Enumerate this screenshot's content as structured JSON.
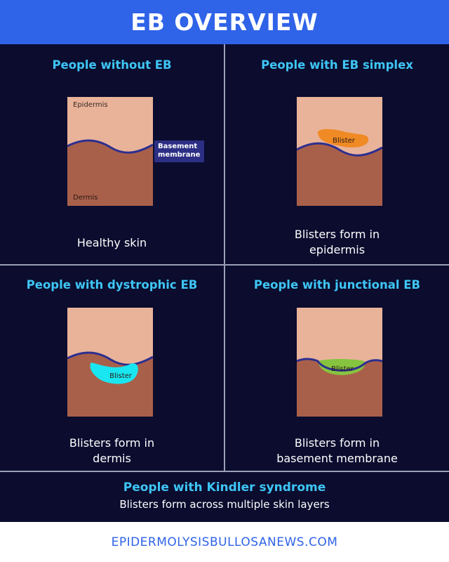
{
  "header": {
    "title": "EB OVERVIEW"
  },
  "panels": [
    {
      "title": "People without EB",
      "caption_lines": [
        "Healthy skin"
      ],
      "layer_labels": {
        "top": "Epidermis",
        "bottom": "Dermis"
      },
      "callout_lines": [
        "Basement",
        "membrane"
      ]
    },
    {
      "title": "People with EB simplex",
      "caption_lines": [
        "Blisters form in",
        "epidermis"
      ],
      "blister": {
        "label": "Blister",
        "color": "#f08a24"
      }
    },
    {
      "title": "People with dystrophic EB",
      "caption_lines": [
        "Blisters form in",
        "dermis"
      ],
      "blister": {
        "label": "Blister",
        "color": "#19e6f0"
      }
    },
    {
      "title": "People with junctional EB",
      "caption_lines": [
        "Blisters form in",
        "basement membrane"
      ],
      "blister": {
        "label": "Blister",
        "color": "#86c440"
      }
    }
  ],
  "kindler": {
    "title": "People with Kindler syndrome",
    "text": "Blisters form across multiple skin layers"
  },
  "footer": {
    "website": "EPIDERMOLYSISBULLOSANEWS.COM"
  },
  "colors": {
    "header_bg": "#2f63e8",
    "panel_bg": "#0b0c2e",
    "title_accent": "#3ec6f5",
    "epidermis": "#e9b39a",
    "dermis": "#a9604a",
    "membrane": "#2d2f8f"
  }
}
